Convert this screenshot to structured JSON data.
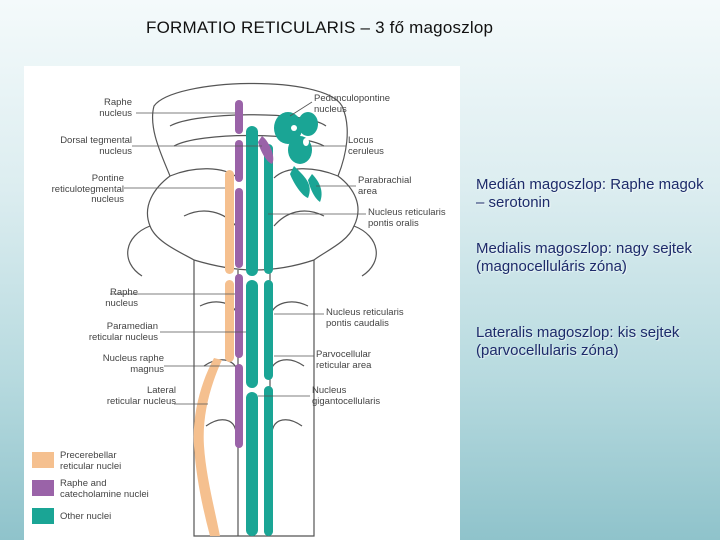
{
  "slide": {
    "title": "FORMATIO RETICULARIS – 3 fő magoszlop"
  },
  "diagram": {
    "labels_left": {
      "raphe_nucleus_top": [
        "Raphe",
        "nucleus"
      ],
      "dorsal_tegmental": [
        "Dorsal tegmental",
        "nucleus"
      ],
      "pontine_reticulotegmental": [
        "Pontine",
        "reticulotegmental",
        "nucleus"
      ],
      "raphe_nucleus_mid": [
        "Raphe",
        "nucleus"
      ],
      "paramedian_reticular": [
        "Paramedian",
        "reticular nucleus"
      ],
      "nucleus_raphe_magnus": [
        "Nucleus raphe",
        "magnus"
      ],
      "lateral_reticular": [
        "Lateral",
        "reticular nucleus"
      ]
    },
    "labels_right": {
      "pedunculopontine": [
        "Pedunculopontine",
        "nucleus"
      ],
      "locus_ceruleus": [
        "Locus",
        "ceruleus"
      ],
      "parabrachial": [
        "Parabrachial",
        "area"
      ],
      "reticularis_pontis_oralis": [
        "Nucleus reticularis",
        "pontis oralis"
      ],
      "reticularis_pontis_caudalis": [
        "Nucleus reticularis",
        "pontis caudalis"
      ],
      "parvocellular": [
        "Parvocellular",
        "reticular area"
      ],
      "gigantocellularis": [
        "Nucleus",
        "gigantocellularis"
      ]
    },
    "legend": [
      {
        "label": [
          "Precerebellar",
          "reticular nuclei"
        ],
        "color": "#f5c08f"
      },
      {
        "label": [
          "Raphe and",
          "catecholamine nuclei"
        ],
        "color": "#9a63a8"
      },
      {
        "label": [
          "Other nuclei"
        ],
        "color": "#1aa595"
      }
    ],
    "colors": {
      "precerebellar": "#f5c08f",
      "raphe": "#9a63a8",
      "other": "#1aa595"
    }
  },
  "text_blocks": [
    "Medián magoszlop: Raphe magok – serotonin",
    "Medialis magoszlop: nagy sejtek (magnocelluláris zóna)",
    "Lateralis magoszlop:  kis sejtek (parvocellularis zóna)"
  ]
}
